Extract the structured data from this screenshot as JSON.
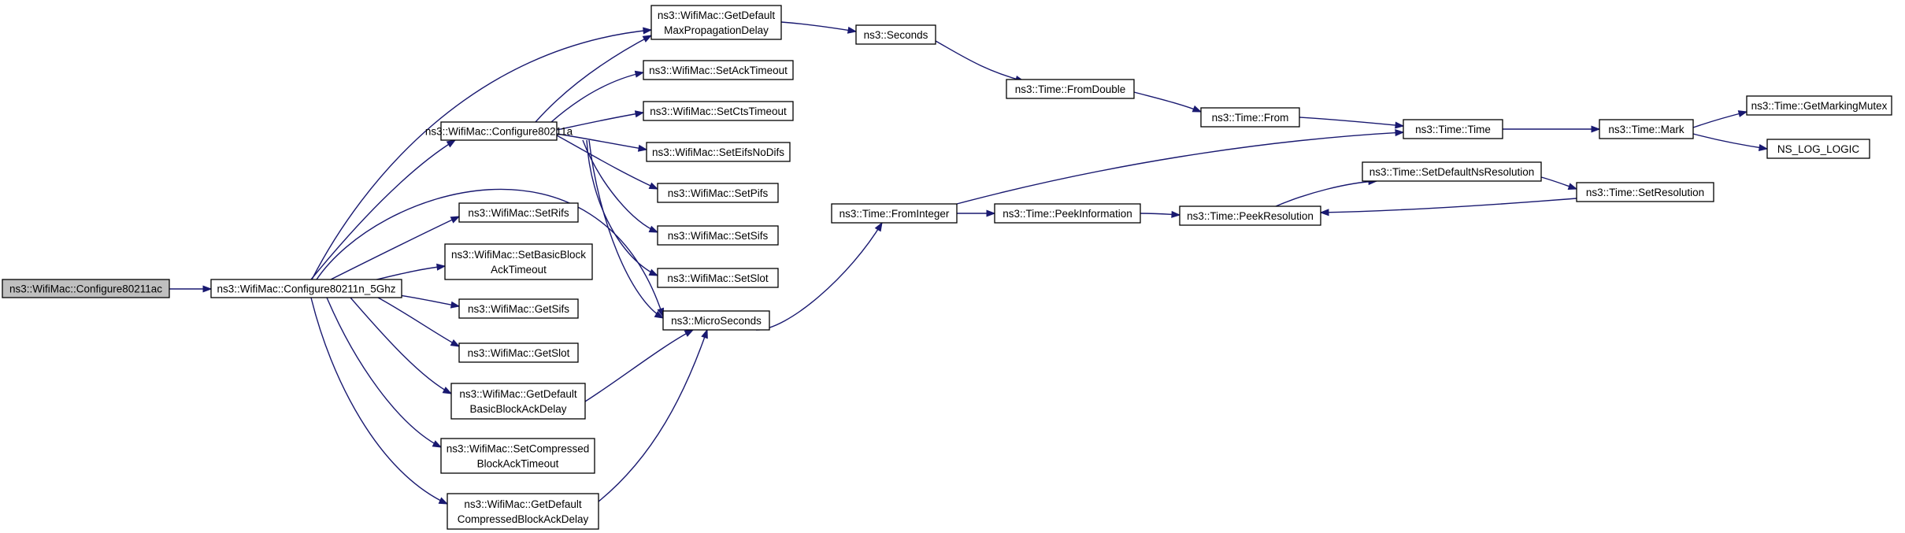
{
  "graph": {
    "nodes": {
      "configure80211ac": [
        "ns3::WifiMac::Configure80211ac"
      ],
      "configure80211n_5ghz": [
        "ns3::WifiMac::Configure80211n_5Ghz"
      ],
      "configure80211a": [
        "ns3::WifiMac::Configure80211a"
      ],
      "get_default_max_propagation_delay": [
        "ns3::WifiMac::GetDefault",
        "MaxPropagationDelay"
      ],
      "set_ack_timeout": [
        "ns3::WifiMac::SetAckTimeout"
      ],
      "set_cts_timeout": [
        "ns3::WifiMac::SetCtsTimeout"
      ],
      "set_eifs_no_difs": [
        "ns3::WifiMac::SetEifsNoDifs"
      ],
      "set_pifs": [
        "ns3::WifiMac::SetPifs"
      ],
      "set_sifs": [
        "ns3::WifiMac::SetSifs"
      ],
      "set_slot": [
        "ns3::WifiMac::SetSlot"
      ],
      "set_rifs": [
        "ns3::WifiMac::SetRifs"
      ],
      "set_basic_block_ack_timeout": [
        "ns3::WifiMac::SetBasicBlock",
        "AckTimeout"
      ],
      "get_sifs": [
        "ns3::WifiMac::GetSifs"
      ],
      "get_slot": [
        "ns3::WifiMac::GetSlot"
      ],
      "get_default_basic_block_ack_delay": [
        "ns3::WifiMac::GetDefault",
        "BasicBlockAckDelay"
      ],
      "set_compressed_block_ack_timeout": [
        "ns3::WifiMac::SetCompressed",
        "BlockAckTimeout"
      ],
      "get_default_compressed_block_ack_delay": [
        "ns3::WifiMac::GetDefault",
        "CompressedBlockAckDelay"
      ],
      "micro_seconds": [
        "ns3::MicroSeconds"
      ],
      "seconds": [
        "ns3::Seconds"
      ],
      "time_from_double": [
        "ns3::Time::FromDouble"
      ],
      "time_from": [
        "ns3::Time::From"
      ],
      "time_time": [
        "ns3::Time::Time"
      ],
      "time_mark": [
        "ns3::Time::Mark"
      ],
      "time_get_marking_mutex": [
        "ns3::Time::GetMarkingMutex"
      ],
      "ns_log_logic": [
        "NS_LOG_LOGIC"
      ],
      "time_from_integer": [
        "ns3::Time::FromInteger"
      ],
      "time_peek_information": [
        "ns3::Time::PeekInformation"
      ],
      "time_peek_resolution": [
        "ns3::Time::PeekResolution"
      ],
      "time_set_default_ns_resolution": [
        "ns3::Time::SetDefaultNsResolution"
      ],
      "time_set_resolution": [
        "ns3::Time::SetResolution"
      ]
    },
    "root": "configure80211ac",
    "edges": [
      [
        "configure80211ac",
        "configure80211n_5ghz"
      ],
      [
        "configure80211n_5ghz",
        "configure80211a"
      ],
      [
        "configure80211n_5ghz",
        "get_default_max_propagation_delay"
      ],
      [
        "configure80211n_5ghz",
        "micro_seconds"
      ],
      [
        "configure80211n_5ghz",
        "set_rifs"
      ],
      [
        "configure80211n_5ghz",
        "set_basic_block_ack_timeout"
      ],
      [
        "configure80211n_5ghz",
        "get_sifs"
      ],
      [
        "configure80211n_5ghz",
        "get_slot"
      ],
      [
        "configure80211n_5ghz",
        "get_default_basic_block_ack_delay"
      ],
      [
        "configure80211n_5ghz",
        "set_compressed_block_ack_timeout"
      ],
      [
        "configure80211n_5ghz",
        "get_default_compressed_block_ack_delay"
      ],
      [
        "configure80211a",
        "get_default_max_propagation_delay"
      ],
      [
        "configure80211a",
        "set_ack_timeout"
      ],
      [
        "configure80211a",
        "set_cts_timeout"
      ],
      [
        "configure80211a",
        "set_eifs_no_difs"
      ],
      [
        "configure80211a",
        "set_pifs"
      ],
      [
        "configure80211a",
        "set_sifs"
      ],
      [
        "configure80211a",
        "set_slot"
      ],
      [
        "configure80211a",
        "micro_seconds"
      ],
      [
        "get_default_max_propagation_delay",
        "seconds"
      ],
      [
        "seconds",
        "time_from_double"
      ],
      [
        "time_from_double",
        "time_from"
      ],
      [
        "time_from",
        "time_time"
      ],
      [
        "time_time",
        "time_mark"
      ],
      [
        "time_mark",
        "time_get_marking_mutex"
      ],
      [
        "time_mark",
        "ns_log_logic"
      ],
      [
        "get_default_basic_block_ack_delay",
        "micro_seconds"
      ],
      [
        "get_default_compressed_block_ack_delay",
        "micro_seconds"
      ],
      [
        "micro_seconds",
        "time_from_integer"
      ],
      [
        "time_from_integer",
        "time_time"
      ],
      [
        "time_from_integer",
        "time_peek_information"
      ],
      [
        "time_peek_information",
        "time_peek_resolution"
      ],
      [
        "time_peek_resolution",
        "time_set_default_ns_resolution"
      ],
      [
        "time_set_default_ns_resolution",
        "time_set_resolution"
      ],
      [
        "time_set_resolution",
        "time_peek_resolution"
      ]
    ],
    "colors": {
      "edge": "#191970",
      "root_fill": "#bfbfbf",
      "node_fill": "#ffffff",
      "node_border": "#000000"
    }
  }
}
